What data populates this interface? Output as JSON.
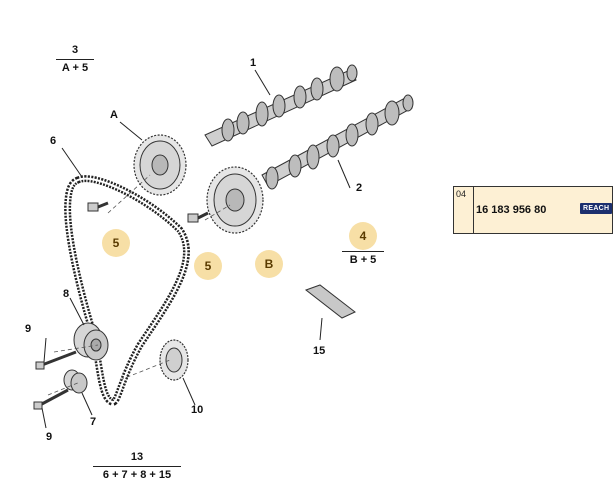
{
  "labels": {
    "n1": "1",
    "n2": "2",
    "n6": "6",
    "n8": "8",
    "n9a": "9",
    "n9b": "9",
    "n7": "7",
    "n10": "10",
    "n15": "15",
    "A": "A"
  },
  "circled": {
    "c5a": "5",
    "c5b": "5",
    "cB": "B"
  },
  "fractions": {
    "f3": {
      "top": "3",
      "bottom": "A + 5"
    },
    "f4": {
      "top": "4",
      "bottom": "B + 5"
    },
    "f13": {
      "top": "13",
      "bottom": "6 + 7 + 8 + 15"
    }
  },
  "reference": {
    "code": "04",
    "part_number": "16 183 956 80",
    "badge": "REACH"
  },
  "colors": {
    "highlight": "#f7dfa6",
    "badge": "#1c2f6e",
    "box": "#fdf0d4"
  }
}
